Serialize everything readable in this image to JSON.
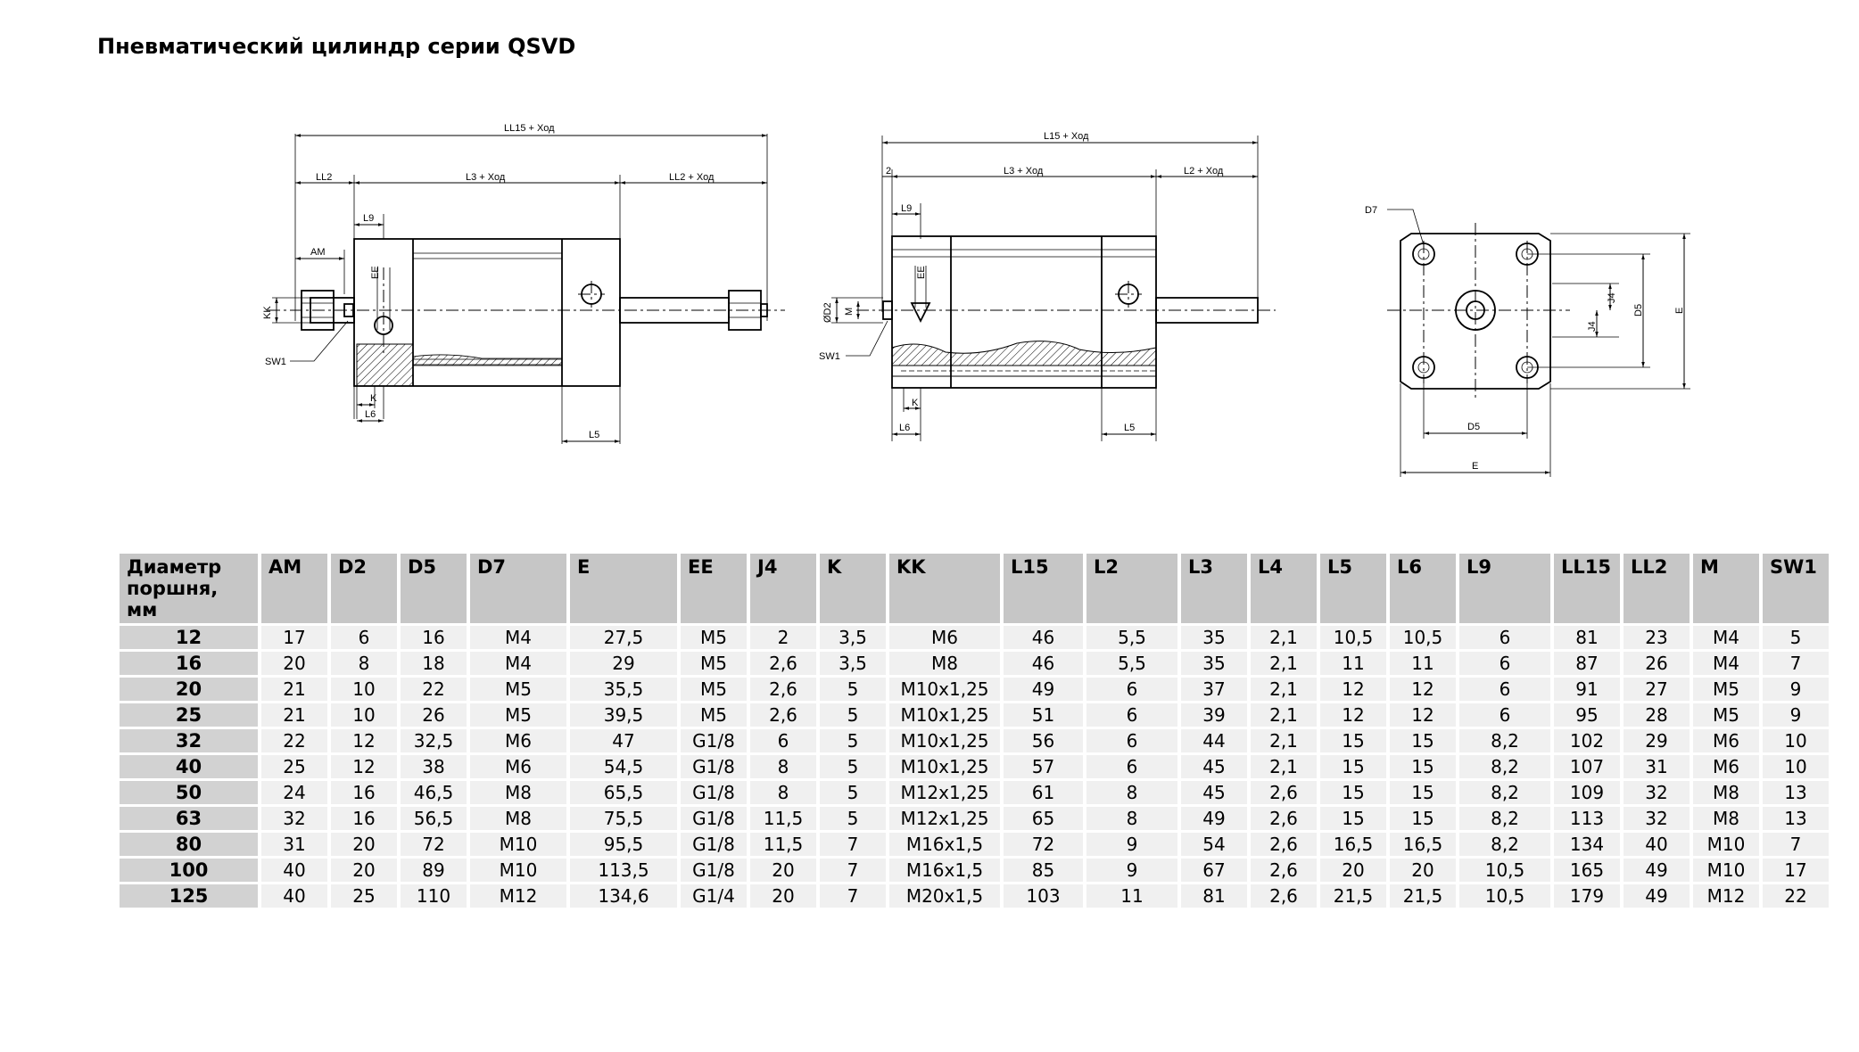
{
  "page": {
    "title": "Пневматический цилиндр серии QSVD"
  },
  "drawing_labels": {
    "ll15_hod": "LL15 + Ход",
    "ll2": "LL2",
    "l3_hod": "L3 + Ход",
    "ll2_hod": "LL2 + Ход",
    "l9": "L9",
    "am": "AM",
    "ee": "EE",
    "kk": "KK",
    "sw1": "SW1",
    "k": "K",
    "l6": "L6",
    "l5": "L5",
    "l15_hod": "L15 + Ход",
    "l2_short": "2",
    "l2_hod": "L2 + Ход",
    "d2": "ØD2",
    "m": "M",
    "d7": "D7",
    "j4": "J4",
    "d5": "D5",
    "e": "E"
  },
  "table": {
    "headers": [
      "Диаметр\nпоршня, мм",
      "AM",
      "D2",
      "D5",
      "D7",
      "E",
      "EE",
      "J4",
      "K",
      "KK",
      "L15",
      "L2",
      "L3",
      "L4",
      "L5",
      "L6",
      "L9",
      "LL15",
      "LL2",
      "M",
      "SW1"
    ],
    "rows": [
      [
        "12",
        "17",
        "6",
        "16",
        "M4",
        "27,5",
        "M5",
        "2",
        "3,5",
        "M6",
        "46",
        "5,5",
        "35",
        "2,1",
        "10,5",
        "10,5",
        "6",
        "81",
        "23",
        "M4",
        "5"
      ],
      [
        "16",
        "20",
        "8",
        "18",
        "M4",
        "29",
        "M5",
        "2,6",
        "3,5",
        "M8",
        "46",
        "5,5",
        "35",
        "2,1",
        "11",
        "11",
        "6",
        "87",
        "26",
        "M4",
        "7"
      ],
      [
        "20",
        "21",
        "10",
        "22",
        "M5",
        "35,5",
        "M5",
        "2,6",
        "5",
        "M10x1,25",
        "49",
        "6",
        "37",
        "2,1",
        "12",
        "12",
        "6",
        "91",
        "27",
        "M5",
        "9"
      ],
      [
        "25",
        "21",
        "10",
        "26",
        "M5",
        "39,5",
        "M5",
        "2,6",
        "5",
        "M10x1,25",
        "51",
        "6",
        "39",
        "2,1",
        "12",
        "12",
        "6",
        "95",
        "28",
        "M5",
        "9"
      ],
      [
        "32",
        "22",
        "12",
        "32,5",
        "M6",
        "47",
        "G1/8",
        "6",
        "5",
        "M10x1,25",
        "56",
        "6",
        "44",
        "2,1",
        "15",
        "15",
        "8,2",
        "102",
        "29",
        "M6",
        "10"
      ],
      [
        "40",
        "25",
        "12",
        "38",
        "M6",
        "54,5",
        "G1/8",
        "8",
        "5",
        "M10x1,25",
        "57",
        "6",
        "45",
        "2,1",
        "15",
        "15",
        "8,2",
        "107",
        "31",
        "M6",
        "10"
      ],
      [
        "50",
        "24",
        "16",
        "46,5",
        "M8",
        "65,5",
        "G1/8",
        "8",
        "5",
        "M12x1,25",
        "61",
        "8",
        "45",
        "2,6",
        "15",
        "15",
        "8,2",
        "109",
        "32",
        "M8",
        "13"
      ],
      [
        "63",
        "32",
        "16",
        "56,5",
        "M8",
        "75,5",
        "G1/8",
        "11,5",
        "5",
        "M12x1,25",
        "65",
        "8",
        "49",
        "2,6",
        "15",
        "15",
        "8,2",
        "113",
        "32",
        "M8",
        "13"
      ],
      [
        "80",
        "31",
        "20",
        "72",
        "M10",
        "95,5",
        "G1/8",
        "11,5",
        "7",
        "M16x1,5",
        "72",
        "9",
        "54",
        "2,6",
        "16,5",
        "16,5",
        "8,2",
        "134",
        "40",
        "M10",
        "7"
      ],
      [
        "100",
        "40",
        "20",
        "89",
        "M10",
        "113,5",
        "G1/8",
        "20",
        "7",
        "M16x1,5",
        "85",
        "9",
        "67",
        "2,6",
        "20",
        "20",
        "10,5",
        "165",
        "49",
        "M10",
        "17"
      ],
      [
        "125",
        "40",
        "25",
        "110",
        "M12",
        "134,6",
        "G1/4",
        "20",
        "7",
        "M20x1,5",
        "103",
        "11",
        "81",
        "2,6",
        "21,5",
        "21,5",
        "10,5",
        "179",
        "49",
        "M12",
        "22"
      ]
    ]
  }
}
